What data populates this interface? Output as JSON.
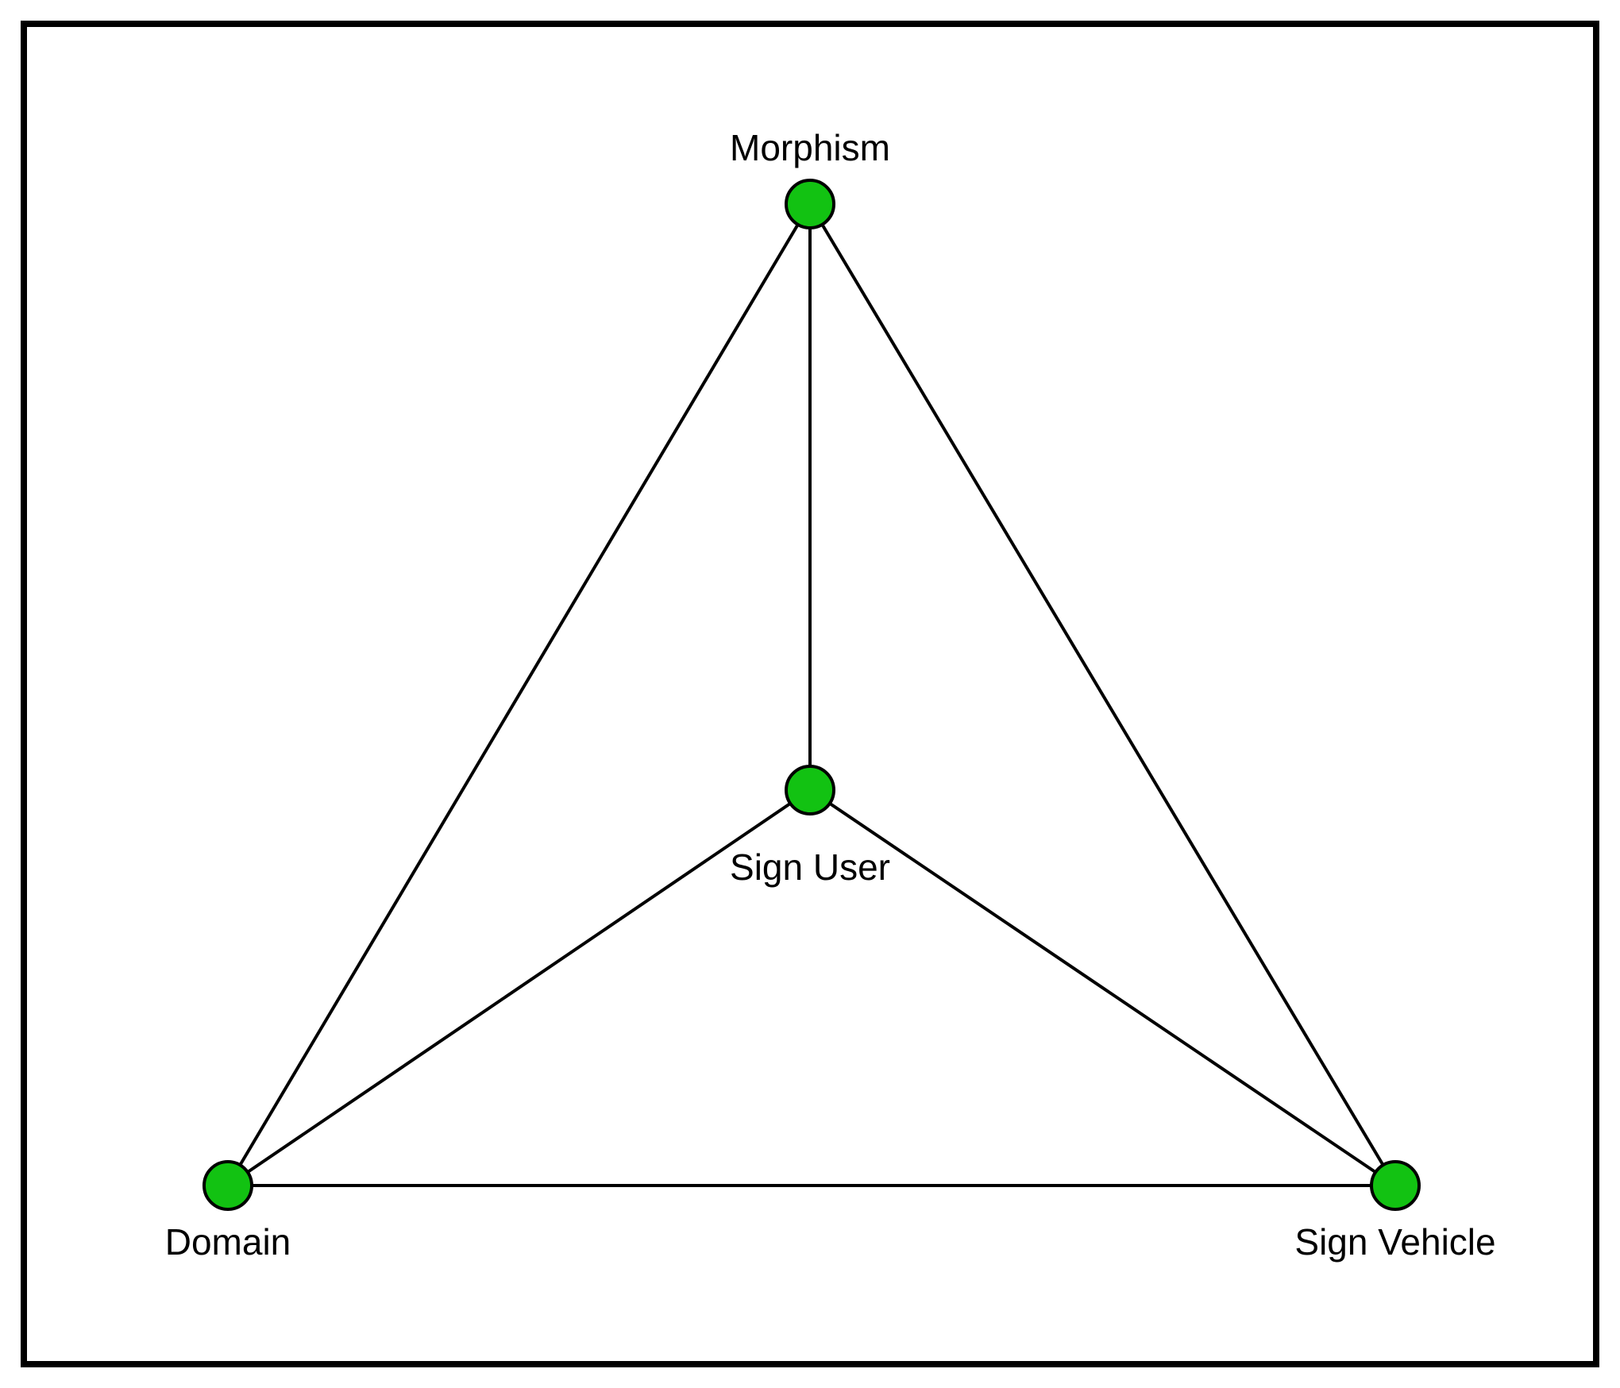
{
  "diagram": {
    "colors": {
      "node_fill": "#12c212",
      "node_stroke": "#000000",
      "edge": "#000000",
      "frame": "#000000",
      "background": "#ffffff"
    },
    "nodes": [
      {
        "id": "morphism",
        "label": "Morphism"
      },
      {
        "id": "sign-user",
        "label": "Sign User"
      },
      {
        "id": "domain",
        "label": "Domain"
      },
      {
        "id": "sign-vehicle",
        "label": "Sign Vehicle"
      }
    ],
    "edges": [
      {
        "from": "morphism",
        "to": "domain"
      },
      {
        "from": "morphism",
        "to": "sign-vehicle"
      },
      {
        "from": "morphism",
        "to": "sign-user"
      },
      {
        "from": "sign-user",
        "to": "domain"
      },
      {
        "from": "sign-user",
        "to": "sign-vehicle"
      },
      {
        "from": "domain",
        "to": "sign-vehicle"
      }
    ]
  }
}
